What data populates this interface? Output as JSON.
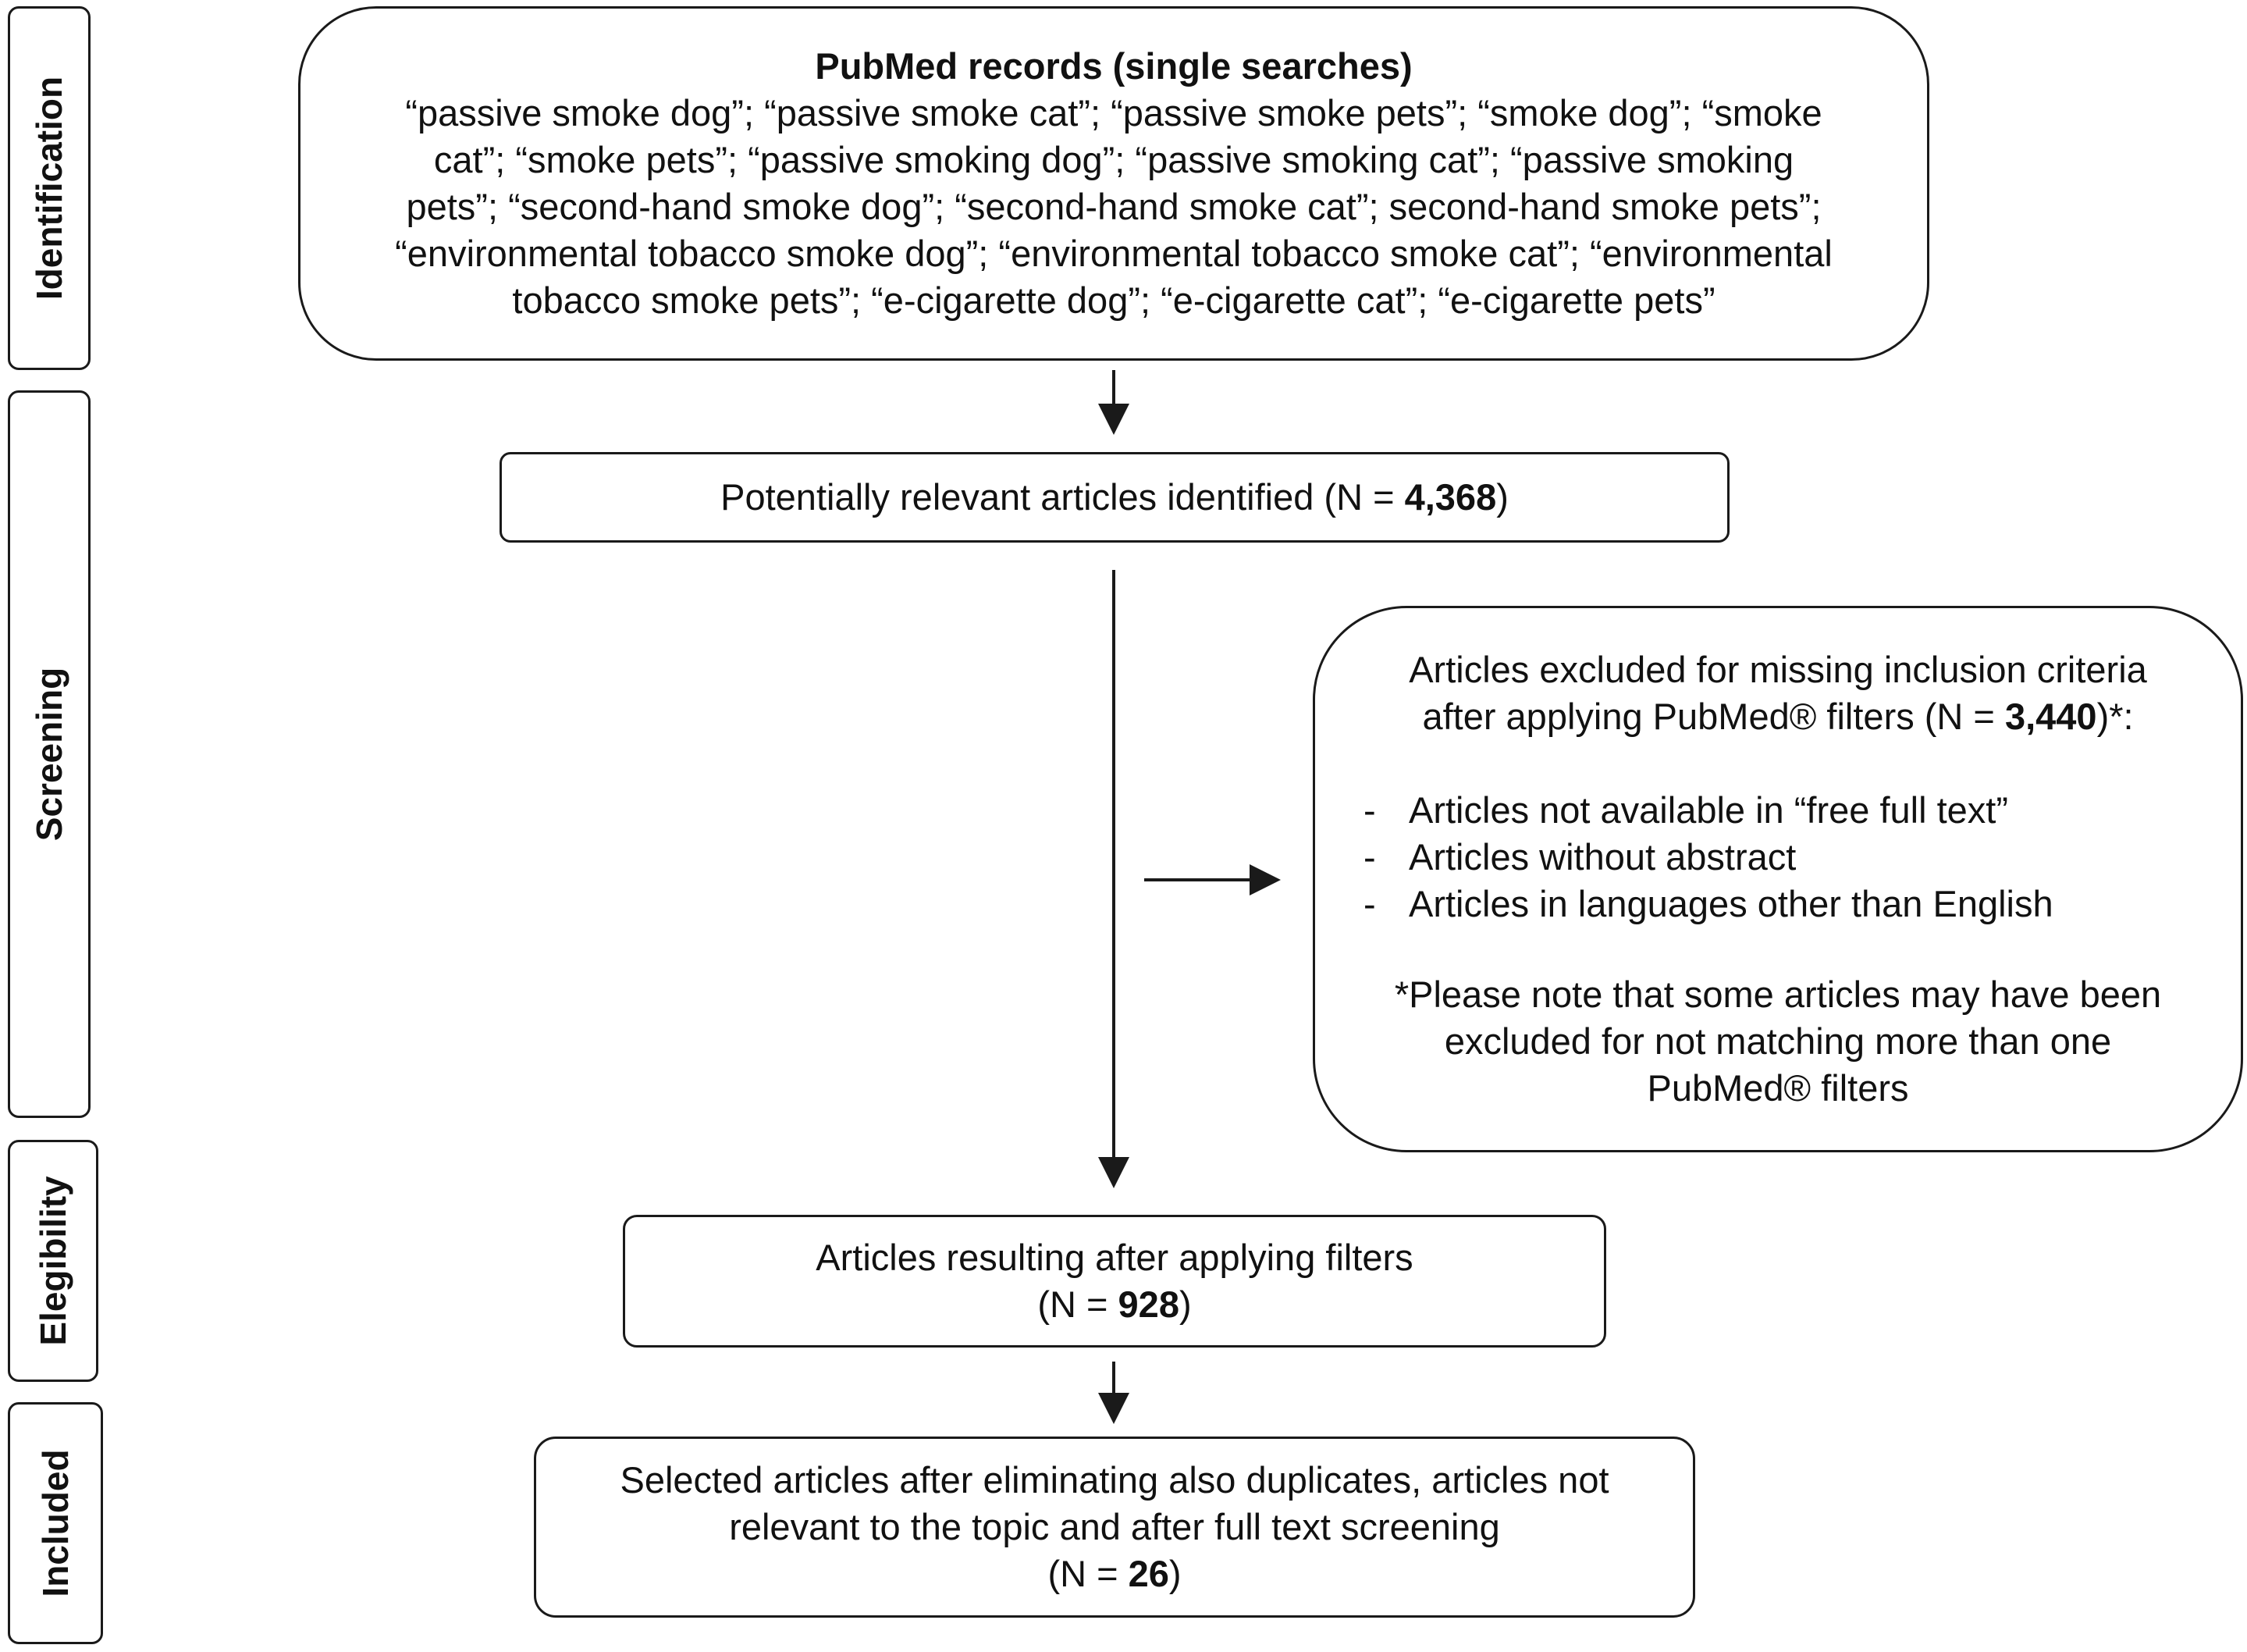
{
  "phases": {
    "identification": "Identification",
    "screening": "Screening",
    "elegibility": "Elegibility",
    "included": "Included"
  },
  "search_box": {
    "title": "PubMed records (single searches)",
    "lines": [
      "“passive smoke dog”; “passive smoke cat”; “passive smoke pets”; “smoke dog”; “smoke",
      "cat”; “smoke pets”; “passive smoking dog”; “passive smoking cat”; “passive smoking",
      "pets”; “second-hand smoke dog”; “second-hand smoke cat”; second-hand smoke pets”;",
      "“environmental tobacco smoke dog”; “environmental tobacco smoke cat”; “environmental",
      "tobacco smoke pets”; “e-cigarette dog”; “e-cigarette cat”; “e-cigarette pets”"
    ]
  },
  "identified_box": {
    "prefix": "Potentially relevant articles identified (N = ",
    "n": "4,368",
    "suffix": ")"
  },
  "excluded_box": {
    "line1": "Articles excluded for missing inclusion criteria",
    "line2_prefix": "after applying PubMed® filters (N = ",
    "n": "3,440",
    "line2_suffix": ")*:",
    "dash": "-",
    "criteria": [
      "Articles not available in “free full text”",
      "Articles without abstract",
      "Articles in languages other than English"
    ],
    "note": [
      "*Please note that some articles may have been",
      "excluded for not matching more than one",
      "PubMed® filters"
    ]
  },
  "filtered_box": {
    "line1": "Articles resulting after applying filters",
    "prefix": "(N = ",
    "n": "928",
    "suffix": ")"
  },
  "selected_box": {
    "line1": "Selected articles after eliminating also duplicates, articles not",
    "line2": "relevant to the topic and after full text screening",
    "prefix": "(N = ",
    "n": "26",
    "suffix": ")"
  }
}
